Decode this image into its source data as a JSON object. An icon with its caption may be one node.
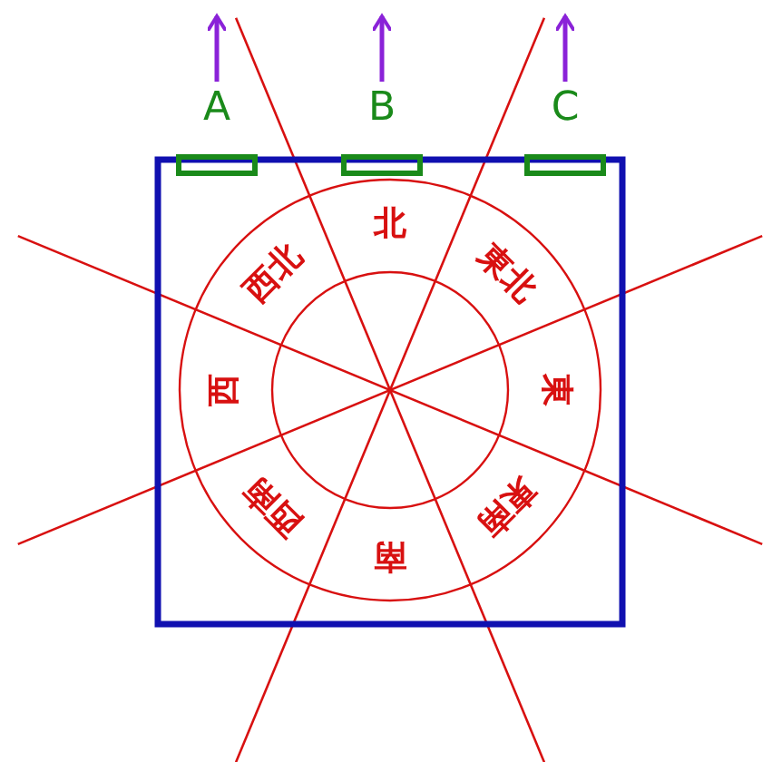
{
  "diagram": {
    "nodes": [
      {
        "text": [
          "A"
        ]
      },
      {
        "text": [
          "B"
        ]
      },
      {
        "text": [
          "C"
        ]
      }
    ],
    "edges": [
      {
        "from": 0,
        "to": null,
        "arrow": "to"
      },
      {
        "from": 1,
        "to": null,
        "arrow": "to"
      },
      {
        "from": 2,
        "to": null,
        "arrow": "to"
      }
    ],
    "labels": [
      "北",
      "東北",
      "東",
      "東南",
      "南",
      "西南",
      "西",
      "西北"
    ]
  }
}
